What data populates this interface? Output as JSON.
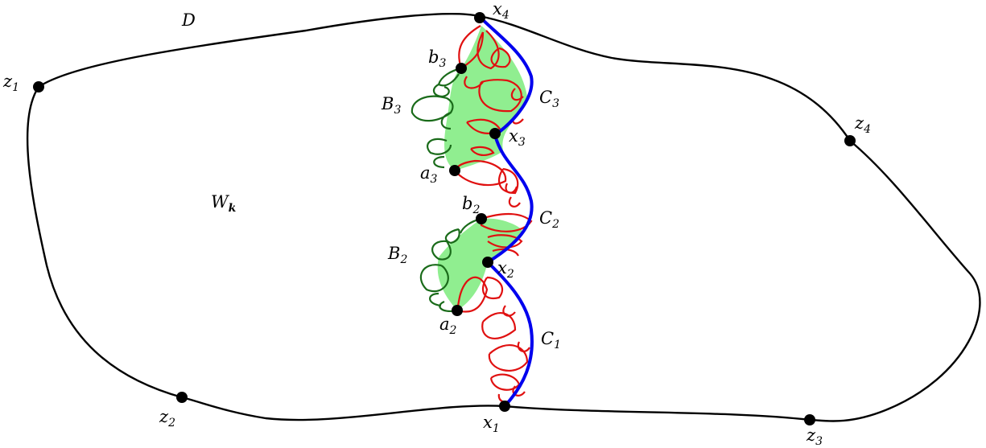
{
  "diagram": {
    "region_label": "D",
    "interior_label": {
      "main": "W",
      "subscript": "k"
    },
    "outer_points": [
      {
        "name": "z",
        "sub": "1"
      },
      {
        "name": "z",
        "sub": "2"
      },
      {
        "name": "z",
        "sub": "3"
      },
      {
        "name": "z",
        "sub": "4"
      }
    ],
    "x_points": [
      {
        "name": "x",
        "sub": "1"
      },
      {
        "name": "x",
        "sub": "2"
      },
      {
        "name": "x",
        "sub": "3"
      },
      {
        "name": "x",
        "sub": "4"
      }
    ],
    "a_points": [
      {
        "name": "a",
        "sub": "2"
      },
      {
        "name": "a",
        "sub": "3"
      }
    ],
    "b_points": [
      {
        "name": "b",
        "sub": "2"
      },
      {
        "name": "b",
        "sub": "3"
      }
    ],
    "curve_labels": [
      {
        "name": "C",
        "sub": "1"
      },
      {
        "name": "C",
        "sub": "2"
      },
      {
        "name": "C",
        "sub": "3"
      }
    ],
    "bubble_labels": [
      {
        "name": "B",
        "sub": "2"
      },
      {
        "name": "B",
        "sub": "3"
      }
    ],
    "colors": {
      "boundary": "#000000",
      "curve": "#0000ee",
      "red_loops": "#e01010",
      "green_loops": "#1a6b1a",
      "fill": "#90ee90"
    }
  }
}
